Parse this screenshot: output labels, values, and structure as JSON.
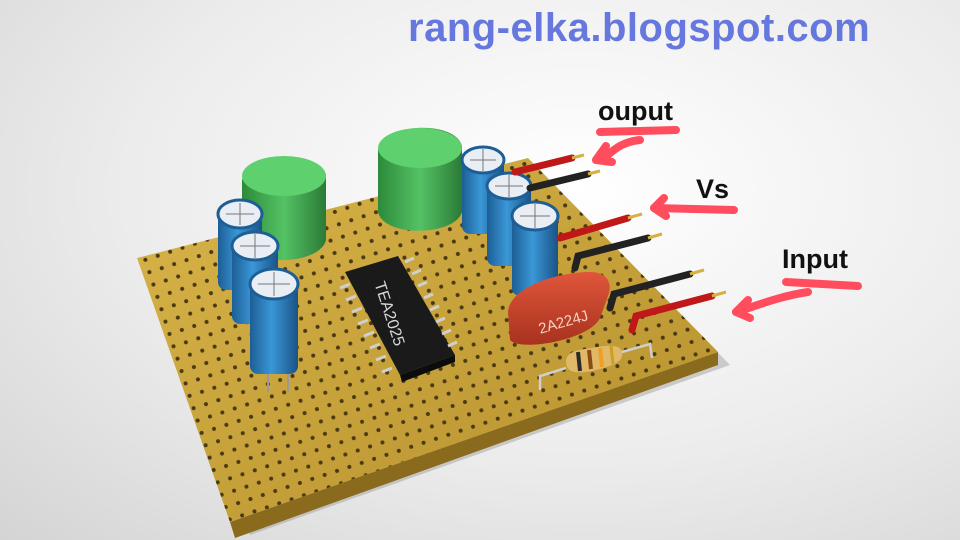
{
  "watermark": "rang-elka.blogspot.com",
  "labels": {
    "output": "ouput",
    "vs": "Vs",
    "input": "Input"
  },
  "chip_marking": "TEA2025",
  "capacitor_marking": "2A224J",
  "colors": {
    "watermark": "#6677dd",
    "arrows": "#ff4d5e",
    "board": "#c9a43a",
    "electrolytic_caps": "#2a7fc0",
    "inductors": "#3fae4f",
    "film_cap": "#c9402a"
  }
}
